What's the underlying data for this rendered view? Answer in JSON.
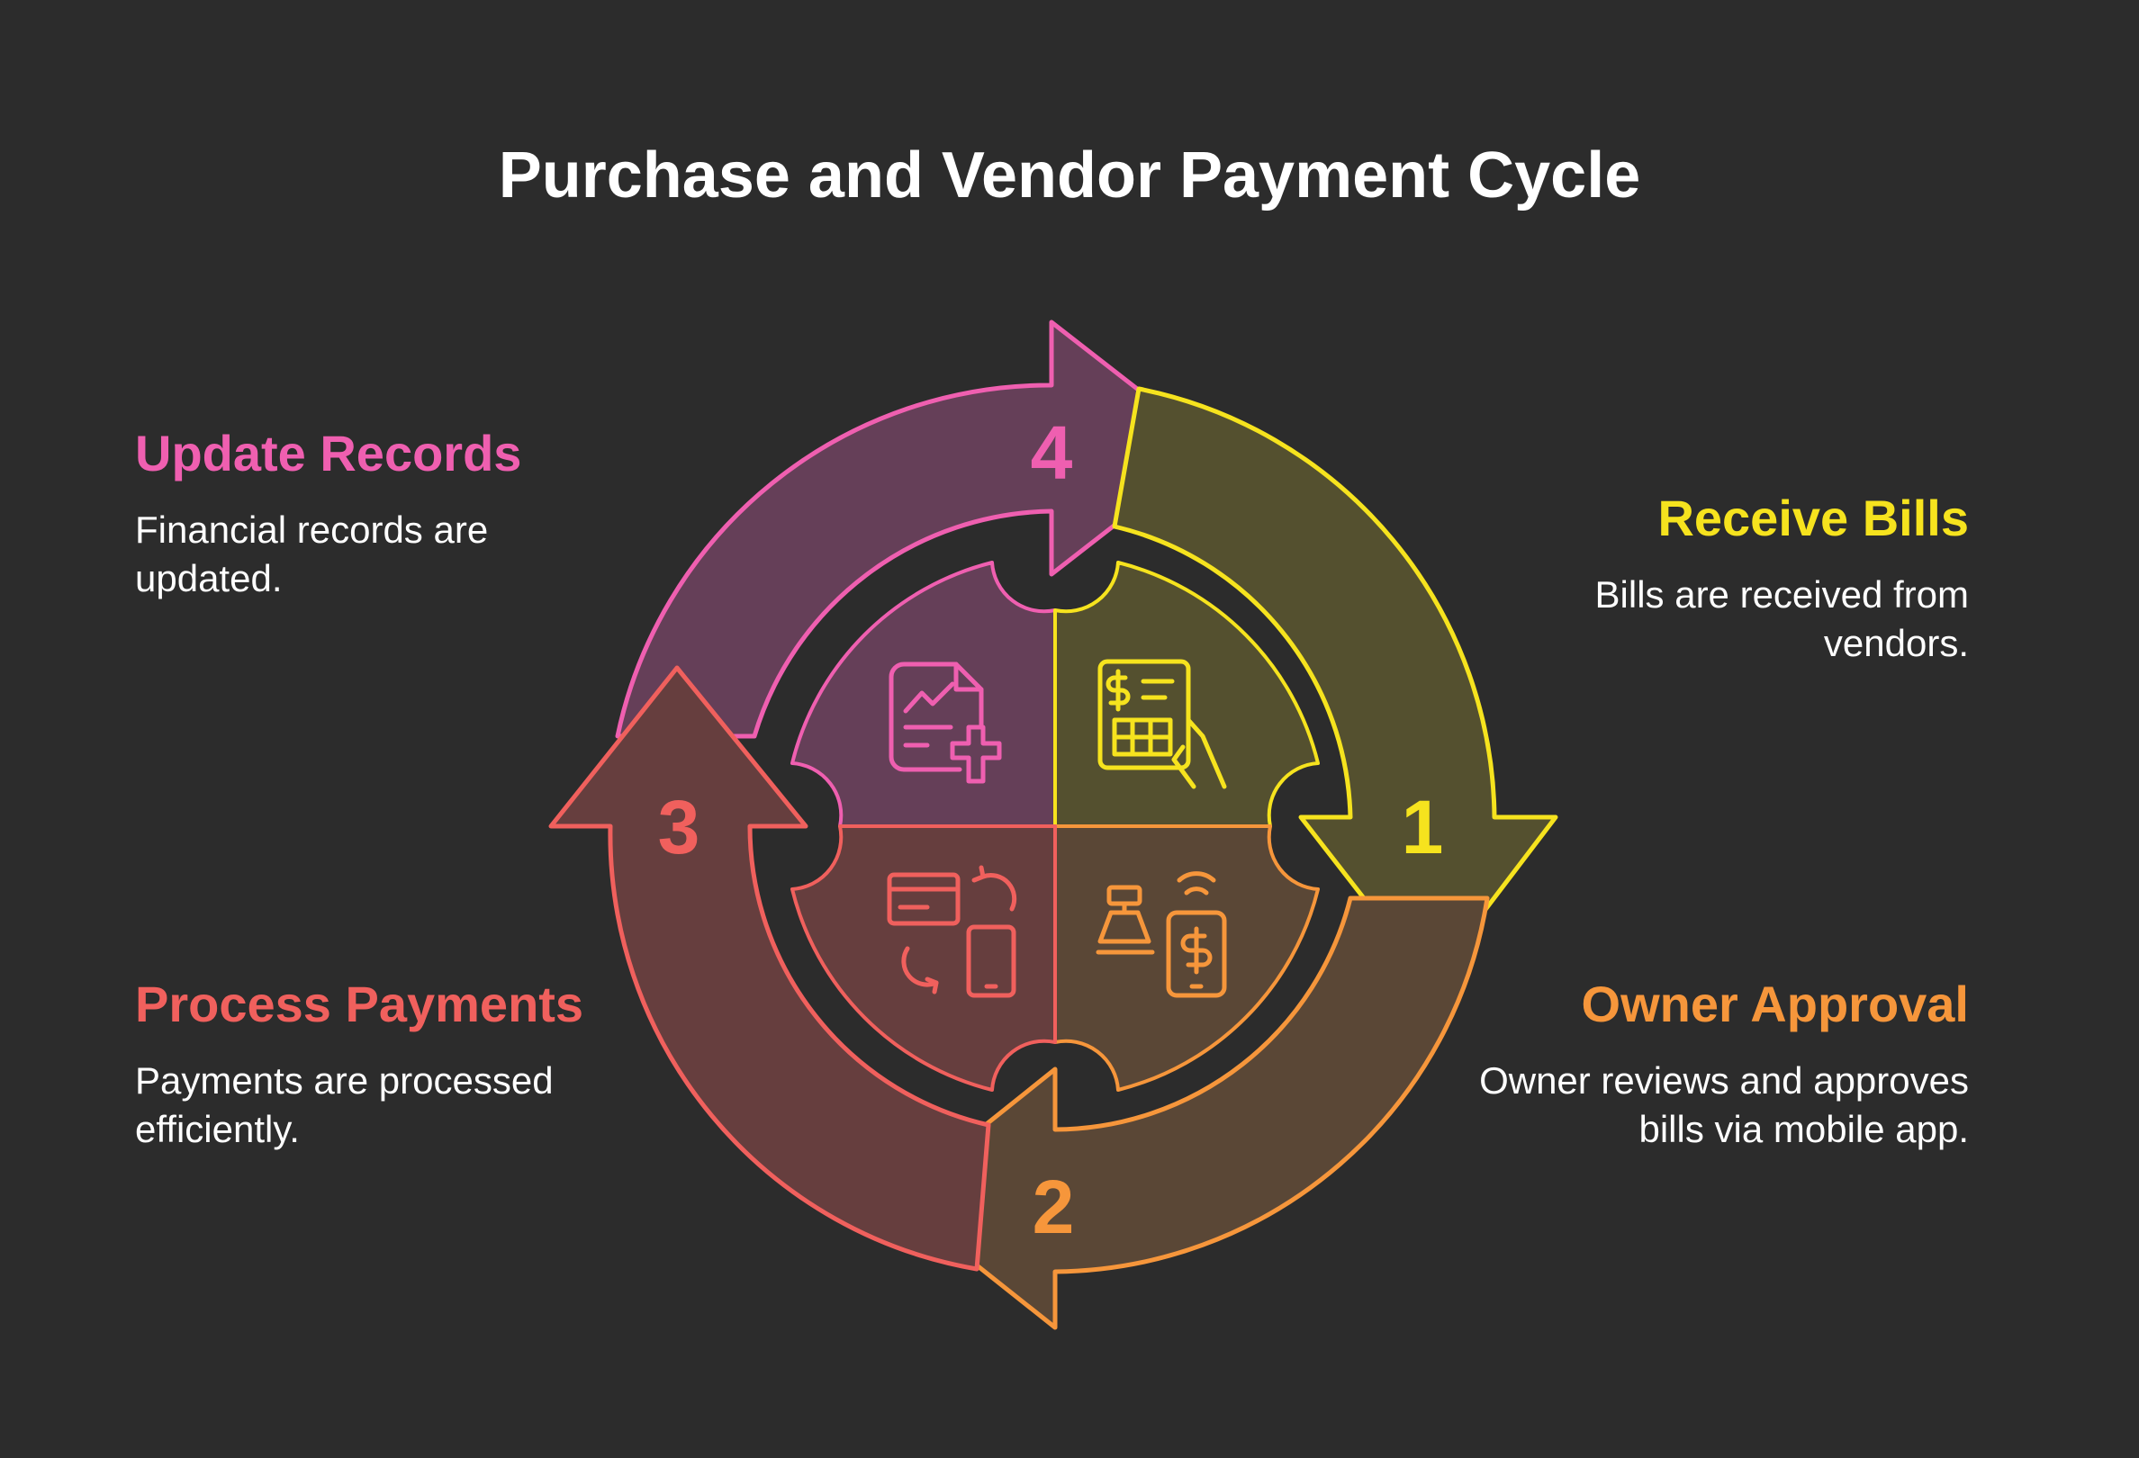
{
  "title": "Purchase and Vendor Payment Cycle",
  "colors": {
    "background": "#2c2c2c",
    "receive": "#f6e31e",
    "approval": "#f6963b",
    "process": "#f0605d",
    "update": "#ef5fb0"
  },
  "steps": [
    {
      "number": "1",
      "title": "Receive Bills",
      "description": "Bills are received from vendors.",
      "icon": "bill-in-hand-icon"
    },
    {
      "number": "2",
      "title": "Owner Approval",
      "description": "Owner reviews and approves bills via mobile app.",
      "icon": "cash-register-mobile-pay-icon"
    },
    {
      "number": "3",
      "title": "Process Payments",
      "description": "Payments are processed efficiently.",
      "icon": "card-to-phone-transfer-icon"
    },
    {
      "number": "4",
      "title": "Update Records",
      "description": "Financial records are updated.",
      "icon": "chart-document-add-icon"
    }
  ]
}
